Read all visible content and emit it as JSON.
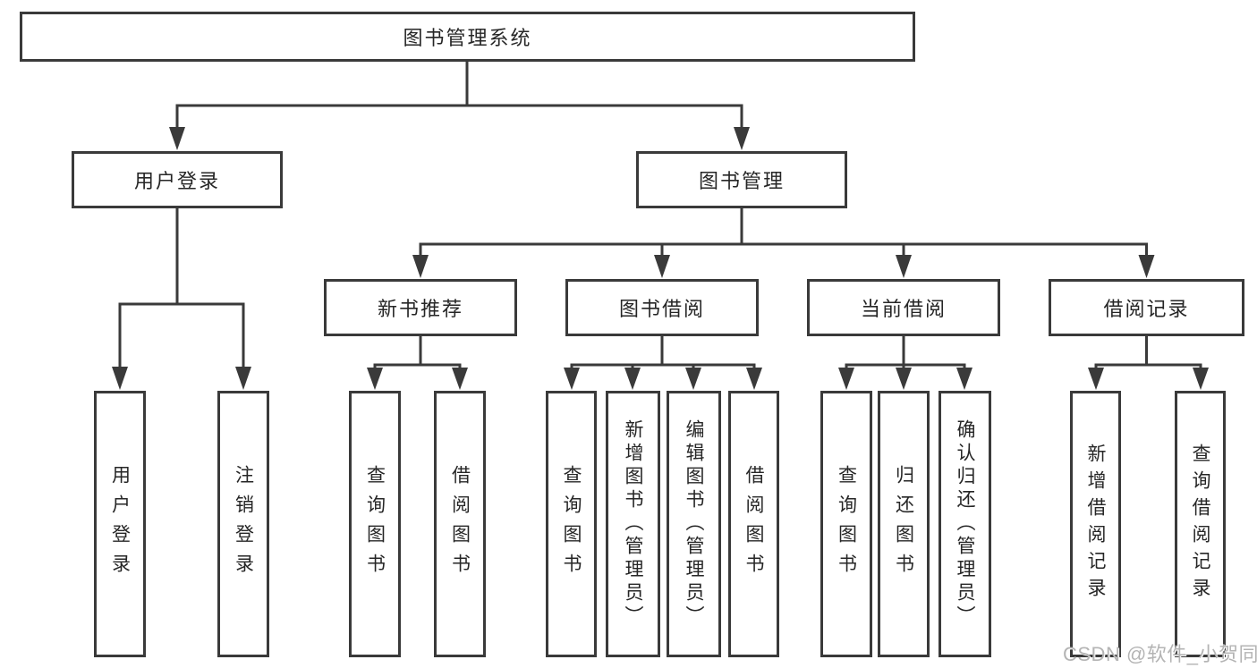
{
  "diagram": {
    "root": {
      "label": "图书管理系统"
    },
    "level2": [
      {
        "label": "用户登录"
      },
      {
        "label": "图书管理"
      }
    ],
    "level3": [
      {
        "label": "新书推荐",
        "parent": "图书管理"
      },
      {
        "label": "图书借阅",
        "parent": "图书管理"
      },
      {
        "label": "当前借阅",
        "parent": "图书管理"
      },
      {
        "label": "借阅记录",
        "parent": "图书管理"
      }
    ],
    "leaves": [
      {
        "label": "用户登录",
        "parent": "用户登录"
      },
      {
        "label": "注销登录",
        "parent": "用户登录"
      },
      {
        "label": "查询图书",
        "parent": "新书推荐"
      },
      {
        "label": "借阅图书",
        "parent": "新书推荐"
      },
      {
        "label": "查询图书",
        "parent": "图书借阅"
      },
      {
        "label": "新增图书（管理员）",
        "parent": "图书借阅"
      },
      {
        "label": "编辑图书（管理员）",
        "parent": "图书借阅"
      },
      {
        "label": "借阅图书",
        "parent": "图书借阅"
      },
      {
        "label": "查询图书",
        "parent": "当前借阅"
      },
      {
        "label": "归还图书",
        "parent": "当前借阅"
      },
      {
        "label": "确认归还（管理员）",
        "parent": "当前借阅"
      },
      {
        "label": "新增借阅记录",
        "parent": "借阅记录"
      },
      {
        "label": "查询借阅记录",
        "parent": "借阅记录"
      }
    ],
    "watermark": "CSDN @软件_小贺同学",
    "colors": {
      "line": "#3a3a3a",
      "text": "#262626",
      "background": "#ffffff",
      "watermark": "#b4b4b4"
    }
  }
}
